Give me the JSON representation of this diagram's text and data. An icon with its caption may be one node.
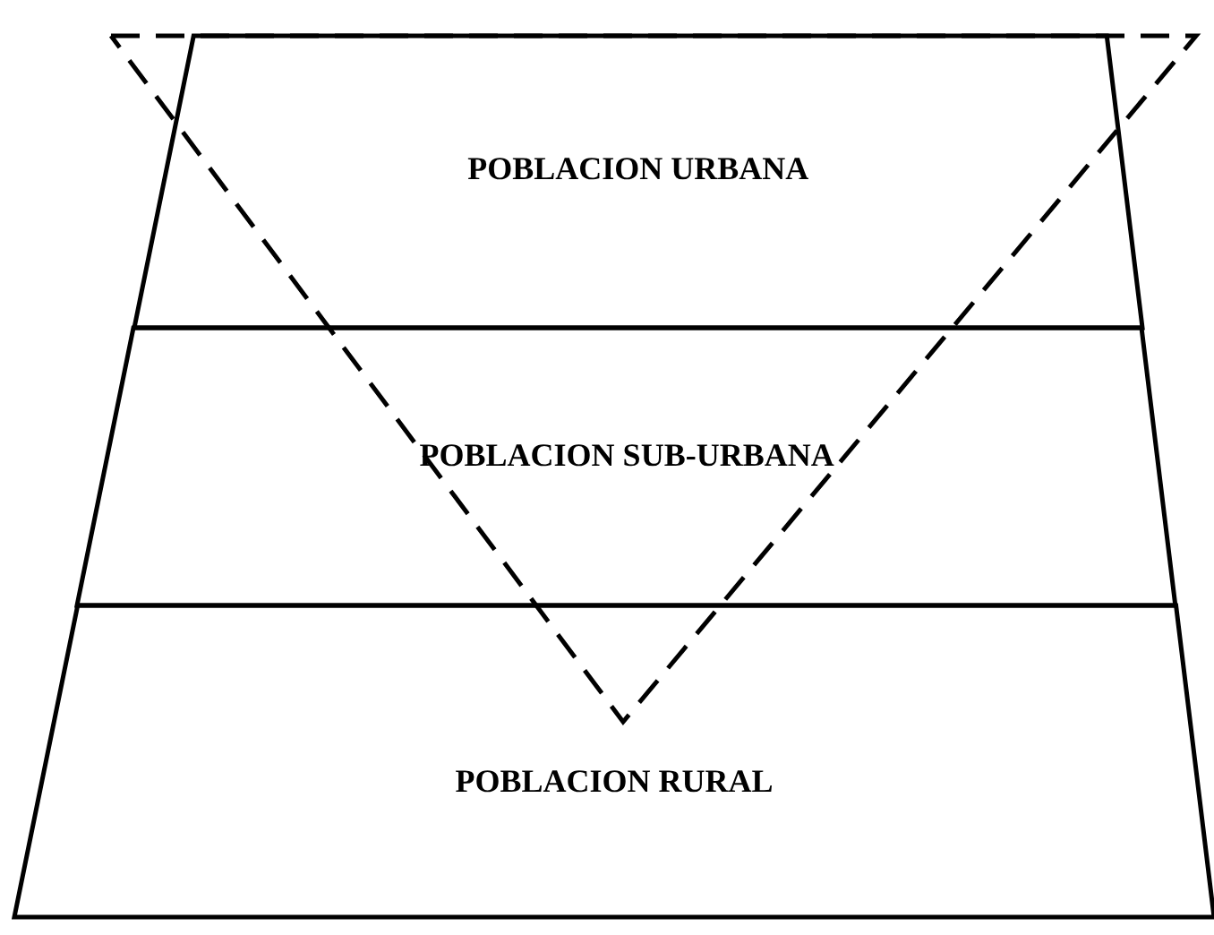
{
  "diagram": {
    "nodes": [
      {
        "text": [
          "POBLACION URBANA"
        ]
      },
      {
        "text": [
          "POBLACION SUB-URBANA"
        ]
      },
      {
        "text": [
          "POBLACION RURAL"
        ]
      }
    ]
  }
}
